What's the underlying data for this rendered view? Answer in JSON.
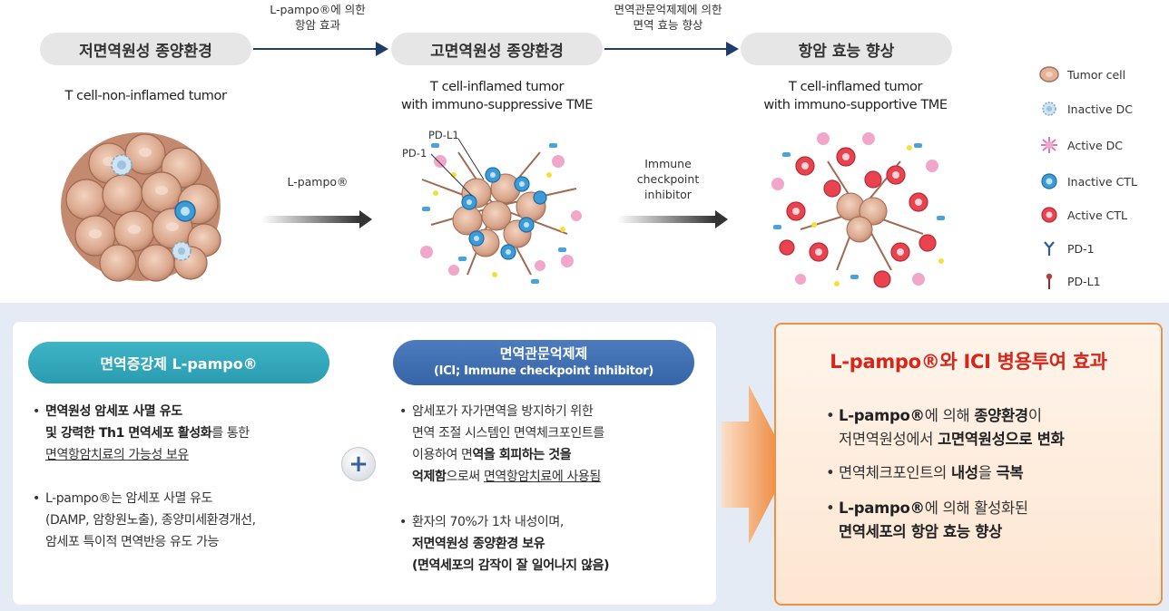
{
  "stages": [
    {
      "title": "저면역원성 종양환경",
      "desc": [
        "T cell-non-inflamed tumor"
      ]
    },
    {
      "title": "고면역원성 종양환경",
      "desc": [
        "T cell-inflamed tumor",
        "with immuno-suppressive TME"
      ]
    },
    {
      "title": "항암 효능 향상",
      "desc": [
        "T cell-inflamed tumor",
        "with immuno-supportive TME"
      ]
    }
  ],
  "top_arrows": [
    {
      "lines": [
        "L-pampo®에 의한",
        "항암 효과"
      ]
    },
    {
      "lines": [
        "면역관문억제제에 의한",
        "면역 효능 향상"
      ]
    }
  ],
  "mid_arrows": [
    {
      "lines": [
        "L-pampo®"
      ]
    },
    {
      "lines": [
        "Immune",
        "checkpoint",
        "inhibitor"
      ]
    }
  ],
  "callouts": {
    "pdl1": "PD-L1",
    "pd1": "PD-1"
  },
  "legend": [
    {
      "icon": "tumor-cell-icon",
      "label": "Tumor cell"
    },
    {
      "icon": "inactive-dc-icon",
      "label": "Inactive DC"
    },
    {
      "icon": "active-dc-icon",
      "label": "Active DC"
    },
    {
      "icon": "inactive-ctl-icon",
      "label": "Inactive CTL"
    },
    {
      "icon": "active-ctl-icon",
      "label": "Active CTL"
    },
    {
      "icon": "pd1-icon",
      "label": "PD-1"
    },
    {
      "icon": "pdl1-icon",
      "label": "PD-L1"
    }
  ],
  "left_col": {
    "title": "면역증강제 L-pampo®",
    "b1": {
      "l1": "면역원성 암세포 사멸 유도",
      "l2a": "및 강력한 Th1 면역세포 활성화",
      "l2b": "를 통한",
      "l3": "면역항암치료의 가능성 보유"
    },
    "b2": {
      "l1": "L-pampo®는 암세포 사멸 유도",
      "l2": "(DAMP, 암항원노출), 종양미세환경개선,",
      "l3": "암세포 특이적 면역반응 유도 가능"
    }
  },
  "mid_col": {
    "title1": "면역관문억제제",
    "title2": "(ICI; Immune checkpoint inhibitor)",
    "b1": {
      "l1": "암세포가 자가면역을 방지하기 위한",
      "l2": "면역 조절 시스템인 면역체크포인트를",
      "l3a": "이용하여 면",
      "l3b": "역을 회피하는 것을",
      "l4a": "억제함",
      "l4b": "으로써 ",
      "l4c": "면역항암치료에 사용됨"
    },
    "b2": {
      "l1": "환자의 70%가 1차 내성이며,",
      "l2": "저면역원성 종양환경 보유",
      "l3": "(면역세포의 감작이 잘 일어나지 않음)"
    }
  },
  "plus_symbol": "+",
  "result": {
    "title": "L-pampo®와 ICI 병용투여 효과",
    "b1": {
      "l1a": "L-pampo®",
      "l1b": "에 의해 ",
      "l1c": "종양환경",
      "l1d": "이",
      "l2a": "저면역원성에서 ",
      "l2b": "고면역원성으로 변화"
    },
    "b2": {
      "l1a": "면역체크포인트의 ",
      "l1b": "내성",
      "l1c": "을 ",
      "l1d": "극복"
    },
    "b3": {
      "l1a": "L-pampo®",
      "l1b": "에 의해 활성화된",
      "l2": "면역세포의 항암 효능 향상"
    }
  },
  "colors": {
    "teal": "#2a9cb1",
    "blue": "#3565a6",
    "orange": "#e9924a",
    "red": "#d6261c",
    "tumor": "#d9a68c"
  }
}
